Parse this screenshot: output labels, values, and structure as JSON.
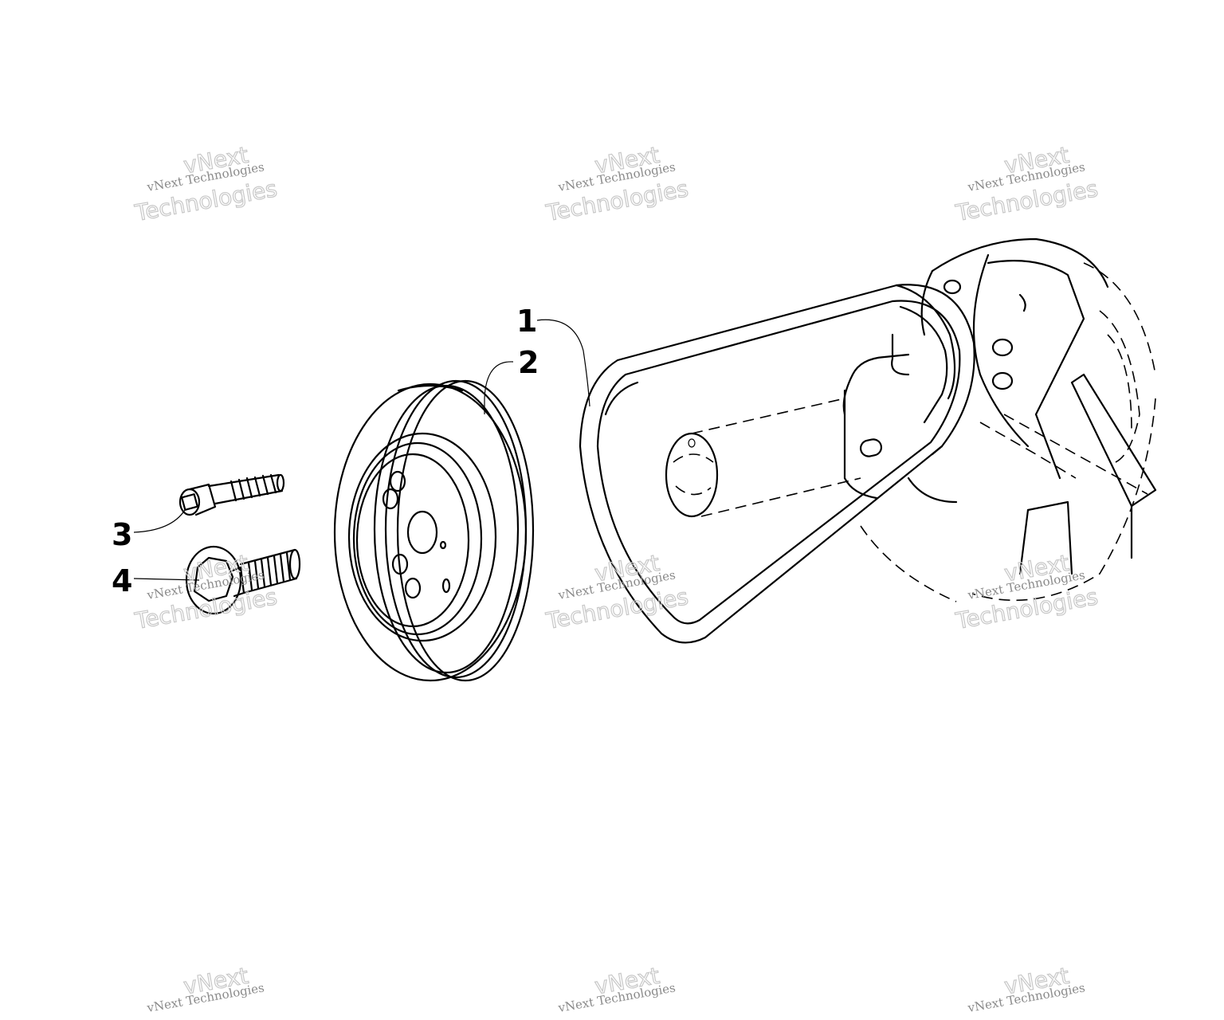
{
  "callouts": [
    {
      "number": "1",
      "part": "belt"
    },
    {
      "number": "2",
      "part": "pulley"
    },
    {
      "number": "3",
      "part": "socket-head-screw"
    },
    {
      "number": "4",
      "part": "flange-bolt"
    }
  ],
  "watermark": {
    "line_brand": "vNext",
    "line_company": "vNext Technologies",
    "line_word": "Technologies"
  },
  "colors": {
    "ink": "#000000",
    "watermark": "#8a8a8a",
    "background": "#ffffff"
  }
}
